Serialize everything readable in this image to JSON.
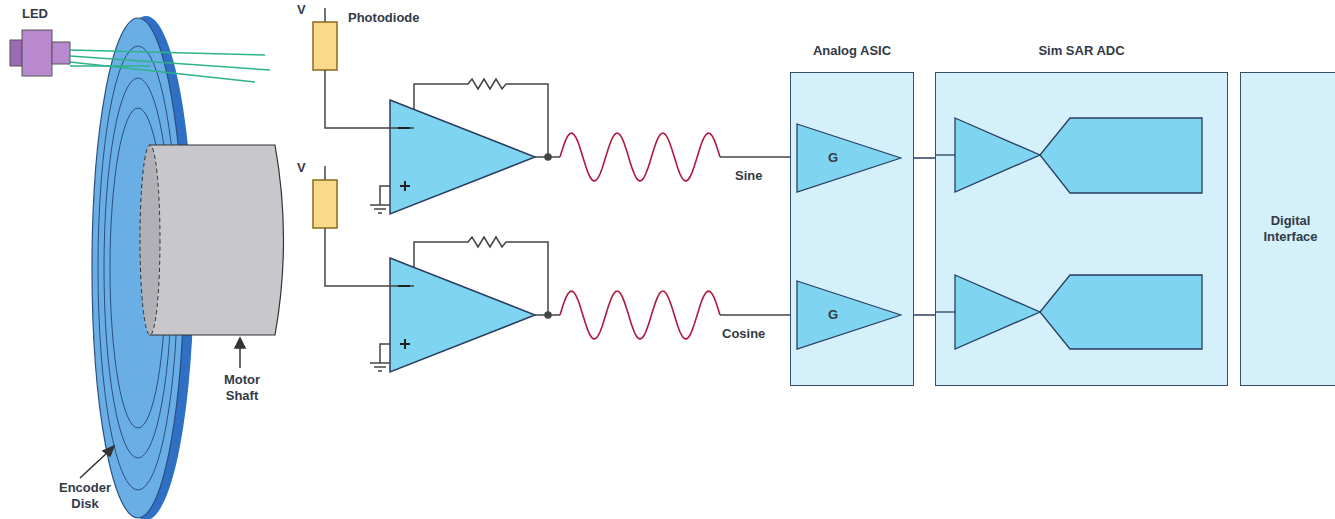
{
  "diagram": {
    "nodes": [
      {
        "text": [
          "Analog ASIC"
        ]
      },
      {
        "text": [
          "G"
        ],
        "in": 0
      },
      {
        "text": [
          "G"
        ],
        "in": 0
      },
      {
        "text": [
          "Sim SAR ADC"
        ]
      },
      {
        "text": [
          "Digital Interface"
        ]
      }
    ],
    "edges": [
      {
        "from": 1,
        "to": 3,
        "arrow": "none"
      },
      {
        "from": 2,
        "to": 3,
        "arrow": "none"
      }
    ],
    "labels": [
      "LED",
      "V",
      "Photodiode",
      "V",
      "Motor Shaft",
      "Encoder Disk",
      "Sine",
      "Cosine"
    ]
  }
}
